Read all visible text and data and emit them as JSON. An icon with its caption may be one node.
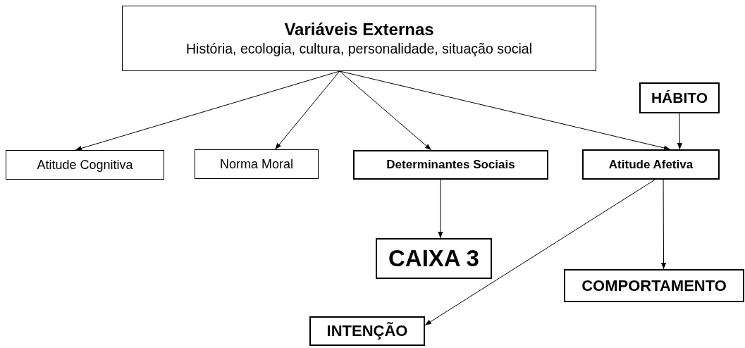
{
  "diagram": {
    "nodes": [
      {
        "text": [
          "Variáveis Externas",
          "História, ecologia, cultura, personalidade, situação social"
        ]
      },
      {
        "text": [
          "HÁBITO"
        ]
      },
      {
        "text": [
          "Atitude Cognitiva"
        ]
      },
      {
        "text": [
          "Norma Moral"
        ]
      },
      {
        "text": [
          "Determinantes Sociais"
        ]
      },
      {
        "text": [
          "Atitude Afetiva"
        ]
      },
      {
        "text": [
          "CAIXA 3"
        ]
      },
      {
        "text": [
          "COMPORTAMENTO"
        ]
      },
      {
        "text": [
          "INTENÇÃO"
        ]
      }
    ],
    "edges": [
      {
        "from": 0,
        "to": 2,
        "arrow": "to"
      },
      {
        "from": 0,
        "to": 3,
        "arrow": "to"
      },
      {
        "from": 0,
        "to": 4,
        "arrow": "to"
      },
      {
        "from": 0,
        "to": 5,
        "arrow": "to"
      },
      {
        "from": 1,
        "to": 5,
        "arrow": "to"
      },
      {
        "from": 4,
        "to": 6,
        "arrow": "to"
      },
      {
        "from": 5,
        "to": 7,
        "arrow": "to"
      },
      {
        "from": 5,
        "to": 8,
        "arrow": "to"
      }
    ]
  }
}
